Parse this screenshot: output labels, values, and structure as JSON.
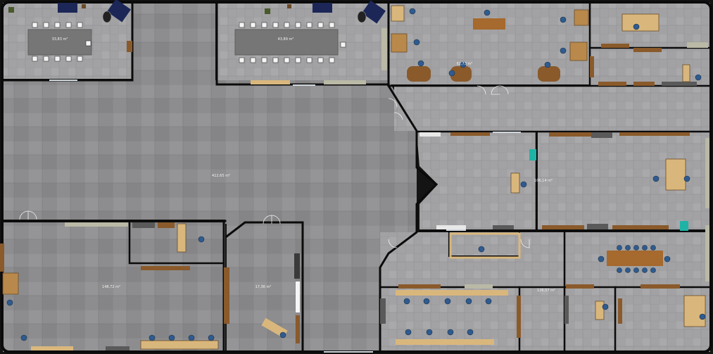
{
  "floorplan": {
    "colors": {
      "background": "#141414",
      "floor_light": "#9c9c9e",
      "floor_tile": "#8b8b8d",
      "floor_grid": "#777779",
      "wall": "#0b0b0b",
      "cabinet_wood": "#8a5a2b",
      "desk_light": "#d9b77c",
      "desk_dark": "#6b4a26",
      "chair_blue": "#2f5b8f",
      "table_gray": "#767676",
      "conference_table": "#a6692e",
      "navy_sofa": "#1c2757",
      "teal_device": "#1fb3a6",
      "white_chair": "#f5f5f5",
      "glass": "#cfd6dc",
      "door_line": "#f0f0f0"
    },
    "area_labels": [
      {
        "id": "conf-left",
        "text": "33,83 m²"
      },
      {
        "id": "conf-mid",
        "text": "43,89 m²"
      },
      {
        "id": "open-space",
        "text": "412,65 m²"
      },
      {
        "id": "office-center",
        "text": "106,14 m²"
      },
      {
        "id": "office-bottom-left",
        "text": "148,72 m²"
      },
      {
        "id": "office-small",
        "text": "17,36 m²"
      },
      {
        "id": "office-bottom-center",
        "text": "126,57 m²"
      },
      {
        "id": "office-top-row",
        "text": "62,73 m²"
      }
    ]
  }
}
